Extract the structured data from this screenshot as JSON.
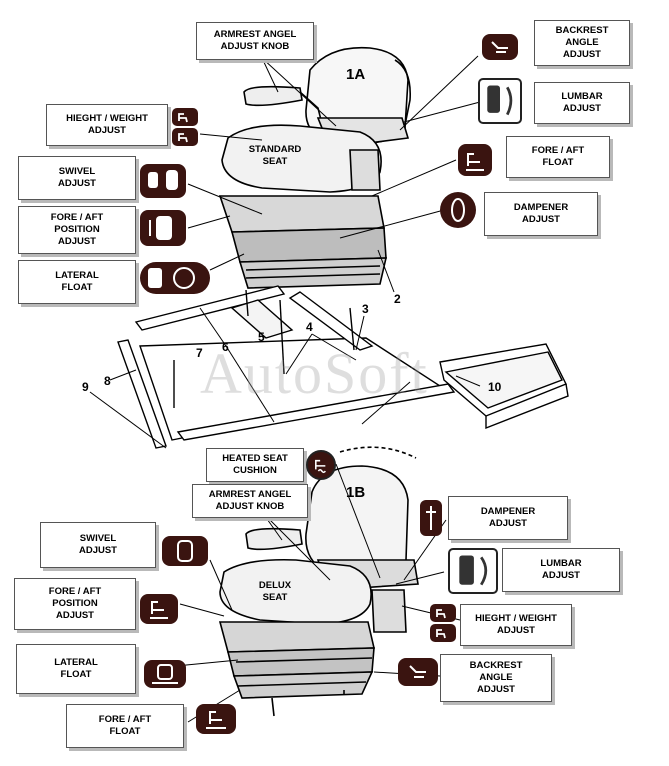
{
  "seat_1A": {
    "id_label": "1A",
    "seat_label": "STANDARD\nSEAT",
    "callouts": {
      "armrest_angle_adjust_knob": "ARMREST ANGEL\nADJUST KNOB",
      "backrest_angle_adjust": "BACKREST\nANGLE\nADJUST",
      "lumbar_adjust": "LUMBAR\nADJUST",
      "height_weight_adjust": "HIEGHT / WEIGHT\nADJUST",
      "fore_aft_float": "FORE / AFT\nFLOAT",
      "swivel_adjust": "SWIVEL\nADJUST",
      "dampener_adjust": "DAMPENER\nADJUST",
      "fore_aft_position_adjust": "FORE / AFT\nPOSITION\nADJUST",
      "lateral_float": "LATERAL\nFLOAT"
    }
  },
  "seat_1B": {
    "id_label": "1B",
    "seat_label": "DELUX\nSEAT",
    "callouts": {
      "heated_seat_cushion": "HEATED SEAT\nCUSHION",
      "armrest_angle_adjust_knob": "ARMREST ANGEL\nADJUST KNOB",
      "dampener_adjust": "DAMPENER\nADJUST",
      "swivel_adjust": "SWIVEL\nADJUST",
      "lumbar_adjust": "LUMBAR\nADJUST",
      "fore_aft_position_adjust": "FORE / AFT\nPOSITION\nADJUST",
      "height_weight_adjust": "HIEGHT / WEIGHT\nADJUST",
      "lateral_float": "LATERAL\nFLOAT",
      "backrest_angle_adjust": "BACKREST\nANGLE\nADJUST",
      "fore_aft_float": "FORE / AFT\nFLOAT"
    }
  },
  "part_numbers": {
    "p2": "2",
    "p3": "3",
    "p4": "4",
    "p5": "5",
    "p6": "6",
    "p7": "7",
    "p8": "8",
    "p9": "9",
    "p10": "10"
  },
  "watermark": "AutoSoft",
  "colors": {
    "icon_fill": "#3a1410",
    "callout_border": "#555555",
    "line": "#000000"
  },
  "icons": [
    "height-weight-icon",
    "swivel-icon",
    "fore-aft-position-icon",
    "lateral-float-icon",
    "backrest-angle-icon",
    "lumbar-icon",
    "fore-aft-float-icon",
    "dampener-icon",
    "heated-seat-icon"
  ]
}
